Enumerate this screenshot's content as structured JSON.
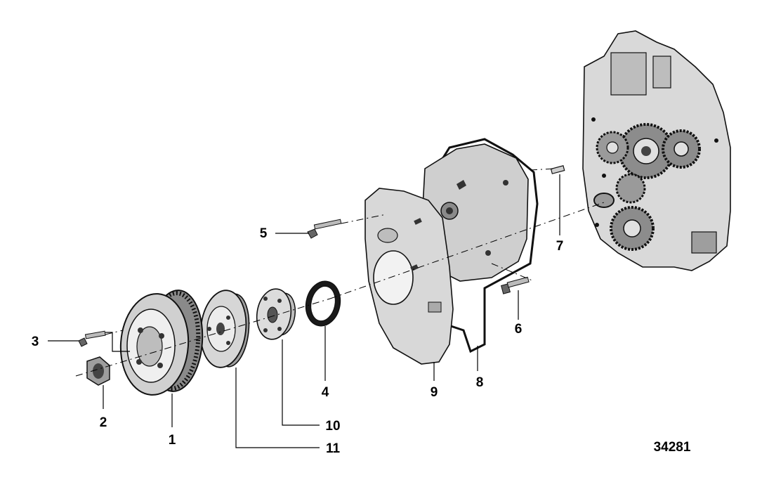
{
  "callouts": [
    {
      "id": "1",
      "label": "1"
    },
    {
      "id": "2",
      "label": "2"
    },
    {
      "id": "3",
      "label": "3"
    },
    {
      "id": "4",
      "label": "4"
    },
    {
      "id": "5",
      "label": "5"
    },
    {
      "id": "6",
      "label": "6"
    },
    {
      "id": "7",
      "label": "7"
    },
    {
      "id": "8",
      "label": "8"
    },
    {
      "id": "9",
      "label": "9"
    },
    {
      "id": "10",
      "label": "10"
    },
    {
      "id": "11",
      "label": "11"
    }
  ],
  "figure_number": "34281"
}
